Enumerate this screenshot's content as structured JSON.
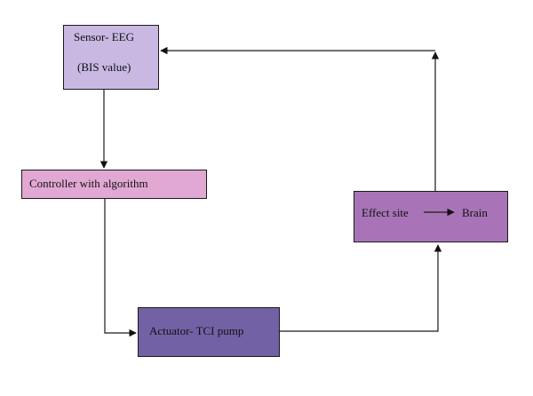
{
  "nodes": {
    "sensor": {
      "line1": "Sensor- EEG",
      "line2": "(BIS value)",
      "color": "#c8b8e2"
    },
    "controller": {
      "label": "Controller with algorithm",
      "color": "#e2a8d4"
    },
    "actuator": {
      "label": "Actuator- TCI pump",
      "color": "#7361a6"
    },
    "effect": {
      "label_left": "Effect site",
      "label_right": "Brain",
      "color": "#a874b7"
    }
  },
  "edges": [
    {
      "from": "sensor",
      "to": "controller"
    },
    {
      "from": "controller",
      "to": "actuator"
    },
    {
      "from": "actuator",
      "to": "effect"
    },
    {
      "from": "effect",
      "to": "sensor"
    }
  ]
}
